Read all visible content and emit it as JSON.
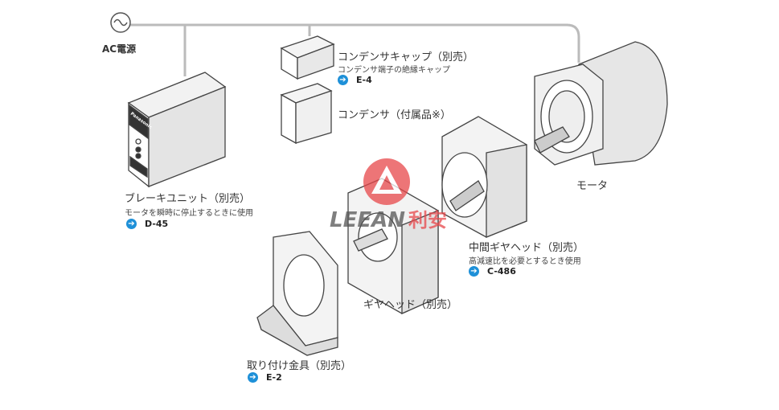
{
  "power": {
    "label": "AC電源",
    "icon": "ac-sine-icon"
  },
  "brake_unit": {
    "title": "ブレーキユニット（別売）",
    "desc": "モータを瞬時に停止するときに使用",
    "ref": "D-45",
    "brand": "Panasonic"
  },
  "capacitor_cap": {
    "title": "コンデンサキャップ（別売）",
    "desc": "コンデンサ端子の絶縁キャップ",
    "ref": "E-4"
  },
  "capacitor": {
    "title": "コンデンサ（付属品※）"
  },
  "motor": {
    "title": "モータ"
  },
  "middle_gearhead": {
    "title": "中間ギヤヘッド（別売）",
    "desc": "高減速比を必要とするとき使用",
    "ref": "C-486"
  },
  "gearhead": {
    "title": "ギヤヘッド（別売）"
  },
  "bracket": {
    "title": "取り付け金具（別売）",
    "ref": "E-2"
  },
  "watermark": {
    "text": "LEEAN",
    "cn": "利安"
  },
  "colors": {
    "ref_arrow": "#1e90d8",
    "logo": "#e8474a"
  }
}
